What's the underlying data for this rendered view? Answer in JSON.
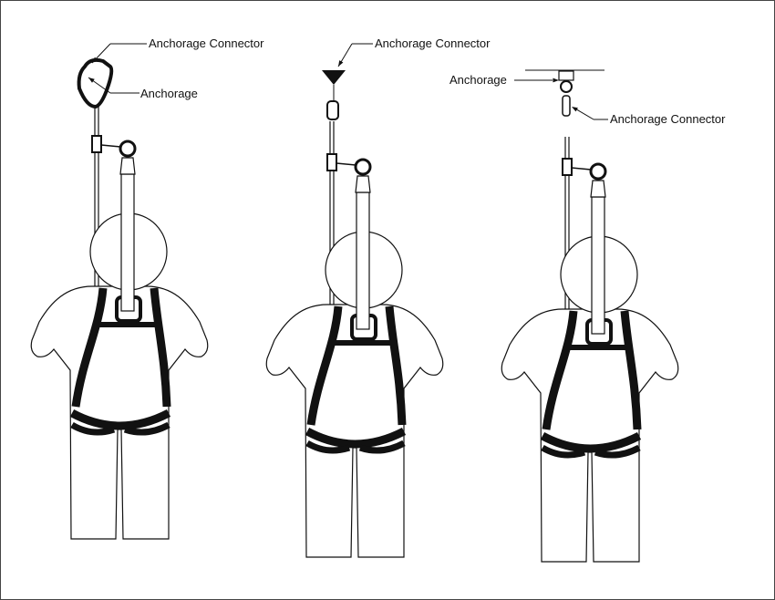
{
  "figures": [
    {
      "name": "carabiner-anchorage",
      "labels": {
        "connector": "Anchorage Connector",
        "anchorage": "Anchorage"
      }
    },
    {
      "name": "beam-anchorage",
      "labels": {
        "connector": "Anchorage Connector"
      }
    },
    {
      "name": "overhead-anchorage",
      "labels": {
        "anchorage": "Anchorage",
        "connector": "Anchorage Connector"
      }
    }
  ],
  "colors": {
    "line": "#111111",
    "background": "#ffffff"
  }
}
